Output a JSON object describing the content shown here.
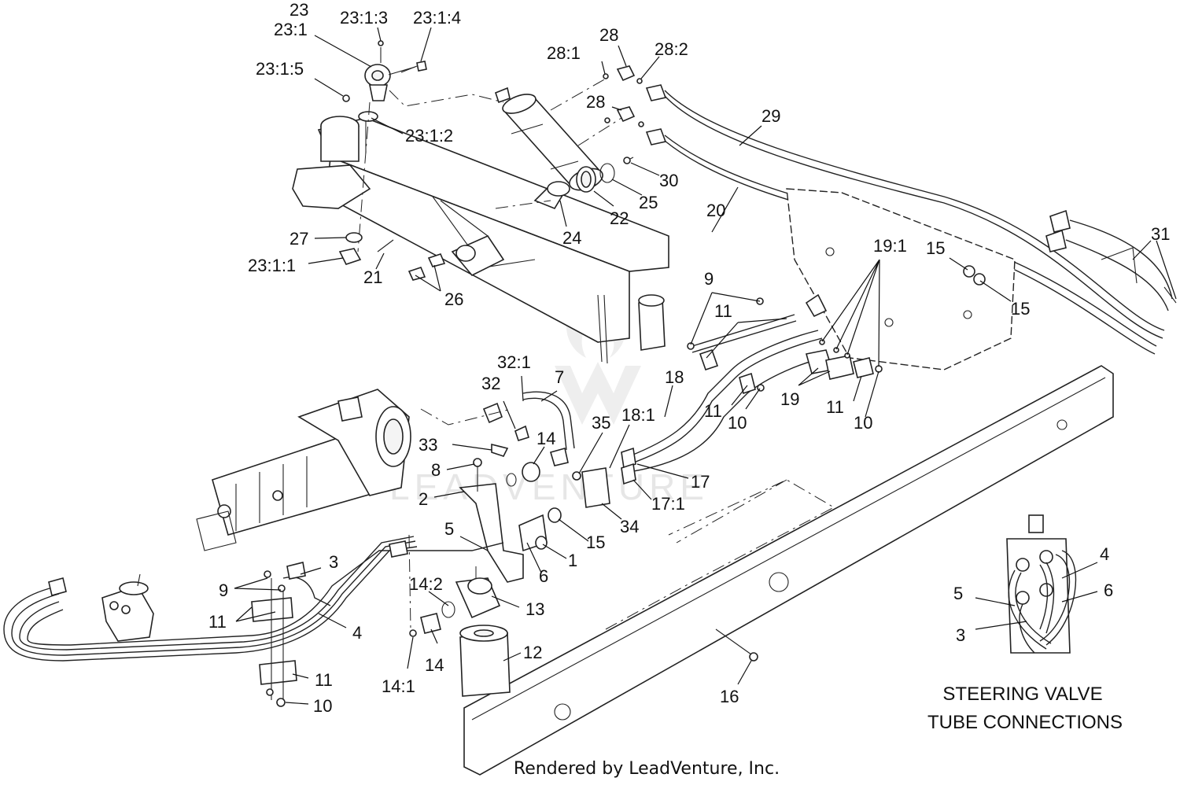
{
  "watermark": "LEADVENTURE",
  "footer": "Rendered by LeadVenture, Inc.",
  "inset": {
    "title_line1": "STEERING VALVE",
    "title_line2": "TUBE CONNECTIONS",
    "labels": {
      "c4": "4",
      "c5": "5",
      "c6": "6",
      "c3": "3"
    }
  },
  "callouts": {
    "c23": "23",
    "c23_1": "23:1",
    "c23_1_3": "23:1:3",
    "c23_1_4": "23:1:4",
    "c23_1_5": "23:1:5",
    "c23_1_2": "23:1:2",
    "c28_1": "28:1",
    "c28": "28",
    "c28_2": "28:2",
    "c28b": "28",
    "c29": "29",
    "c30": "30",
    "c25": "25",
    "c20": "20",
    "c22": "22",
    "c24": "24",
    "c27": "27",
    "c23_1_1": "23:1:1",
    "c21": "21",
    "c26": "26",
    "c19_1": "19:1",
    "c15a": "15",
    "c15b": "15",
    "c31": "31",
    "c9a": "9",
    "c11a": "11",
    "c18": "18",
    "c11b": "11",
    "c10a": "10",
    "c19": "19",
    "c11c": "11",
    "c10b": "10",
    "c32_1": "32:1",
    "c32": "32",
    "c7": "7",
    "c33": "33",
    "c14a": "14",
    "c35": "35",
    "c18_1": "18:1",
    "c17": "17",
    "c17_1": "17:1",
    "c8": "8",
    "c2": "2",
    "c34": "34",
    "c5": "5",
    "c15c": "15",
    "c1": "1",
    "c6": "6",
    "c3": "3",
    "c9b": "9",
    "c11d": "11",
    "c4": "4",
    "c14_2": "14:2",
    "c13": "13",
    "c12": "12",
    "c14b": "14",
    "c14_1": "14:1",
    "c11e": "11",
    "c10c": "10",
    "c16": "16"
  }
}
